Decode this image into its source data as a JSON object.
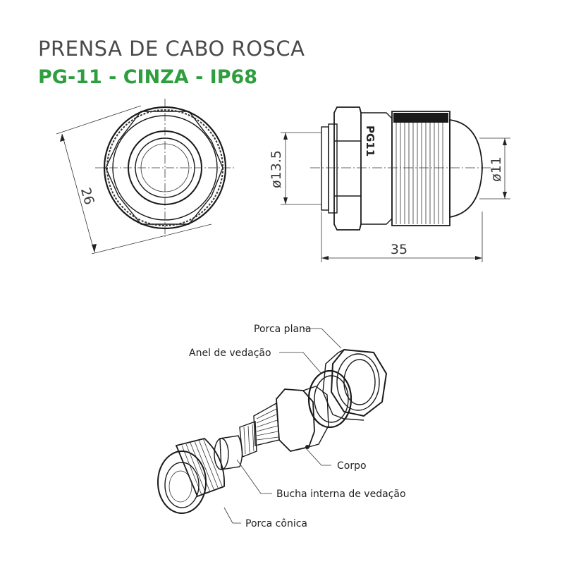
{
  "title": "PRENSA DE CABO ROSCA",
  "subtitle": "PG-11 - CINZA - IP68",
  "colors": {
    "accent": "#2e9e3e",
    "title": "#4a4a4a",
    "line": "#1a1a1a"
  },
  "dimensions": {
    "hex_width": "26",
    "thread_diameter": "ø13.5",
    "cable_diameter": "ø11",
    "length": "35",
    "marking": "PG11"
  },
  "parts": {
    "porca_plana": "Porca plana",
    "anel_vedacao": "Anel de vedação",
    "corpo": "Corpo",
    "bucha": "Bucha interna de vedação",
    "porca_conica": "Porca cônica"
  }
}
